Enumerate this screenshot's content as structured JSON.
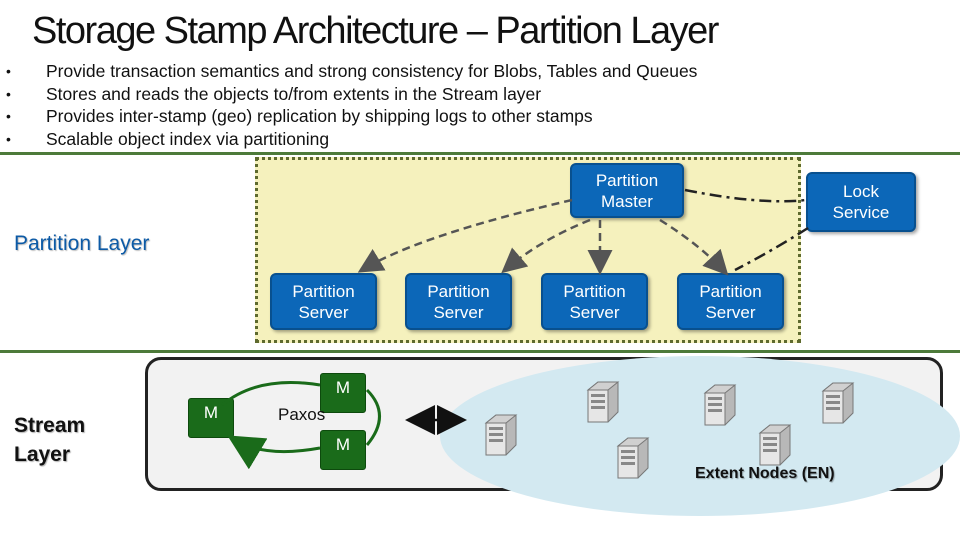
{
  "title": "Storage Stamp Architecture – Partition Layer",
  "bullets": [
    "Provide transaction semantics and strong consistency for Blobs, Tables and Queues",
    "Stores and reads the objects to/from extents in the Stream layer",
    "Provides inter-stamp (geo) replication by shipping logs to other stamps",
    "Scalable object index via partitioning"
  ],
  "bullet_symbol": "•",
  "partition_layer_label": "Partition Layer",
  "partition_master_label": "Partition Master",
  "lock_service_label": "Lock Service",
  "partition_servers": [
    "Partition Server",
    "Partition Server",
    "Partition Server",
    "Partition Server"
  ],
  "stream_layer_label": "Stream Layer",
  "stream_m_left": "M",
  "stream_m_top": "M",
  "stream_m_bottom": "M",
  "paxos_label": "Paxos",
  "extent_nodes_label": "Extent Nodes (EN)",
  "colors": {
    "box_blue": "#0c67b8",
    "band_green": "#4d7a3a",
    "yellow_fill": "#f5f1bd",
    "m_green": "#1a6b1a",
    "ellipse_blue": "#d3e9f1"
  },
  "icons": [
    "server-icon"
  ]
}
